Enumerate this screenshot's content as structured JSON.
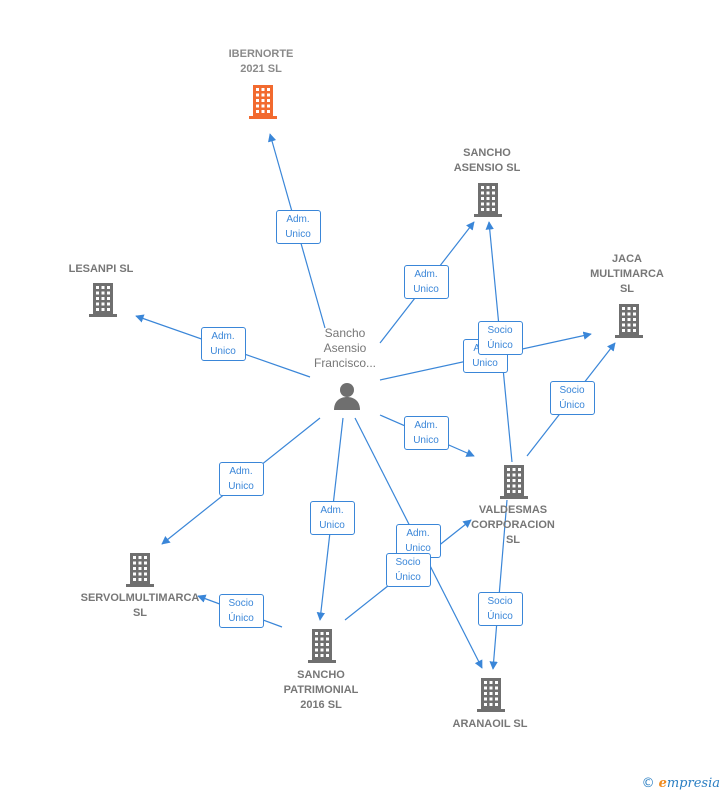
{
  "colors": {
    "edge": "#3a86d8",
    "company": "#6f6f6f",
    "highlight": "#f26a2f",
    "text": "#777777"
  },
  "person": {
    "label": "Sancho\nAsensio\nFrancisco..."
  },
  "companies": [
    {
      "id": "ibernorte",
      "label": "IBERNORTE\n2021  SL",
      "highlight": true
    },
    {
      "id": "sancho-asensio",
      "label": "SANCHO\nASENSIO  SL"
    },
    {
      "id": "lesanpi",
      "label": "LESANPI  SL"
    },
    {
      "id": "jaca",
      "label": "JACA\nMULTIMARCA\nSL"
    },
    {
      "id": "valdesmas",
      "label": "VALDESMAS\nCORPORACION\nSL"
    },
    {
      "id": "servol",
      "label": "SERVOLMULTIMARCA\nSL"
    },
    {
      "id": "sancho-patrimonial",
      "label": "SANCHO\nPATRIMONIAL\n2016  SL"
    },
    {
      "id": "aranaoil",
      "label": "ARANAOIL SL"
    }
  ],
  "relations": [
    {
      "from": "person",
      "to": "ibernorte",
      "label": "Adm.\nUnico"
    },
    {
      "from": "person",
      "to": "sancho-asensio",
      "label": "Adm.\nUnico"
    },
    {
      "from": "person",
      "to": "lesanpi",
      "label": "Adm.\nUnico"
    },
    {
      "from": "person",
      "to": "jaca",
      "label": "Adm.\nUnico"
    },
    {
      "from": "person",
      "to": "valdesmas",
      "label": "Adm.\nUnico"
    },
    {
      "from": "person",
      "to": "servol",
      "label": "Adm.\nUnico"
    },
    {
      "from": "person",
      "to": "sancho-patrimonial",
      "label": "Adm.\nUnico"
    },
    {
      "from": "person",
      "to": "aranaoil",
      "label": "Adm.\nUnico"
    },
    {
      "from": "valdesmas",
      "to": "sancho-asensio",
      "label": "Socio\nÚnico"
    },
    {
      "from": "valdesmas",
      "to": "jaca",
      "label": "Socio\nÚnico"
    },
    {
      "from": "valdesmas",
      "to": "aranaoil",
      "label": "Socio\nÚnico"
    },
    {
      "from": "sancho-patrimonial",
      "to": "servol",
      "label": "Socio\nÚnico"
    },
    {
      "from": "sancho-patrimonial",
      "to": "valdesmas",
      "label": "Socio\nÚnico"
    }
  ],
  "brand": {
    "copyright": "©",
    "name": "mpresia",
    "initial": "e"
  }
}
